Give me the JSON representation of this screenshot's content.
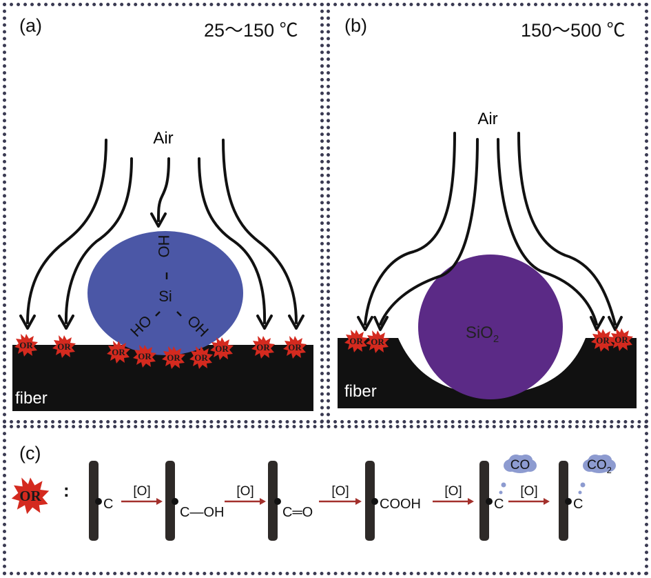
{
  "panels": {
    "a": {
      "label": "(a)",
      "temperature": "25～150 ℃",
      "air_label": "Air",
      "particle": {
        "center": "Si",
        "groups": [
          "HO",
          "HO",
          "OH"
        ],
        "color": "#4b57a6"
      },
      "substrate_label": "fiber",
      "or_badge": "OR"
    },
    "b": {
      "label": "(b)",
      "temperature": "150～500 ℃",
      "air_label": "Air",
      "particle": {
        "label": "SiO",
        "subscript": "2",
        "color": "#5b2a86"
      },
      "substrate_label": "fiber",
      "or_badge": "OR"
    },
    "c": {
      "label": "(c)",
      "legend_badge": "OR",
      "legend_colon": ":",
      "steps": [
        {
          "group": "C"
        },
        {
          "group": "C—OH"
        },
        {
          "group": "C═O"
        },
        {
          "group": "COOH"
        },
        {
          "group": "C",
          "gas": "CO"
        },
        {
          "group": "C",
          "gas": "CO",
          "gas_sub": "2"
        }
      ],
      "arrow_label": "[O]"
    }
  },
  "colors": {
    "border": "#3a3a52",
    "or_fill": "#d42a1f",
    "arrow_red": "#a3302c",
    "rod": "#2e2a28",
    "gas_cloud": "#8d9bd0"
  }
}
